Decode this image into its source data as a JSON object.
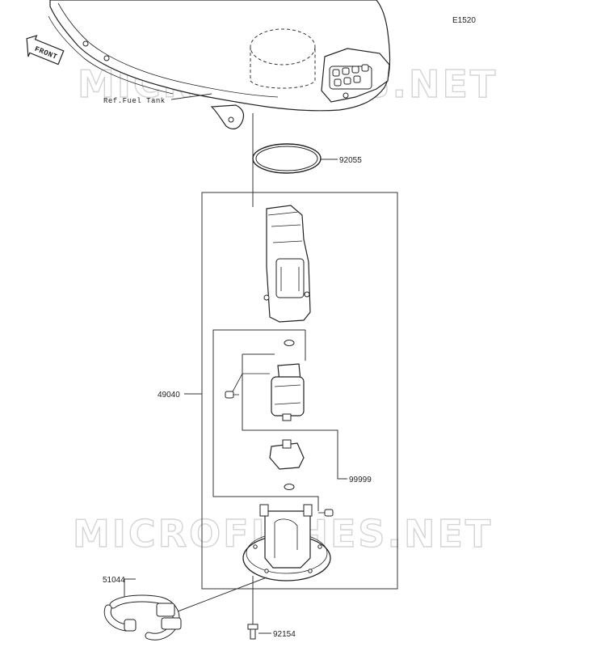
{
  "diagram_code": "E1520",
  "front_label": "FRONT",
  "ref_label": "Ref.Fuel Tank",
  "watermark": "MICROFICHES.NET",
  "parts": [
    {
      "number": "92055"
    },
    {
      "number": "49040"
    },
    {
      "number": "99999"
    },
    {
      "number": "51044"
    },
    {
      "number": "92154"
    }
  ]
}
